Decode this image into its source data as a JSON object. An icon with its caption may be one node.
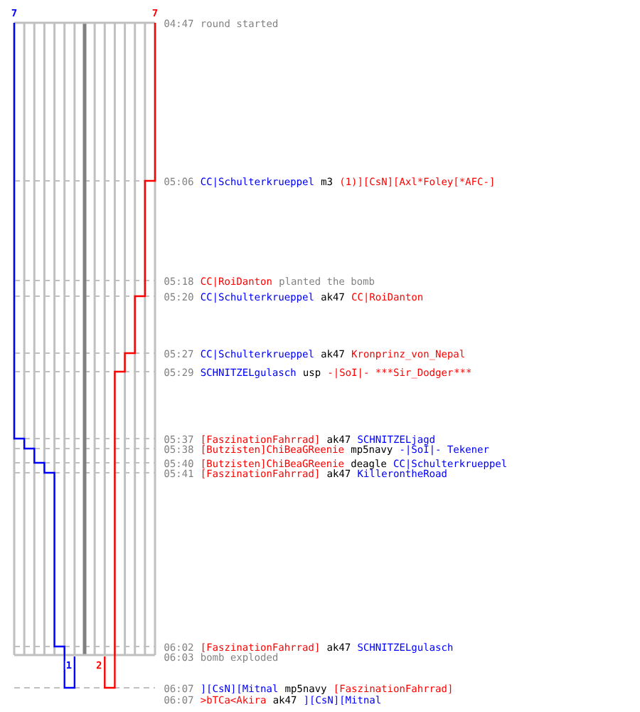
{
  "diagram": {
    "labels": [
      "7",
      "7",
      "04:47",
      "round started",
      "05:06",
      "CC|Schulterkrueppel",
      "m3",
      "(1)][CsN][Axl*Foley[*AFC-]",
      "05:18",
      "CC|RoiDanton",
      "planted the bomb",
      "05:20",
      "CC|Schulterkrueppel",
      "ak47",
      "CC|RoiDanton",
      "05:27",
      "CC|Schulterkrueppel",
      "ak47",
      "Kronprinz_von_Nepal",
      "05:29",
      "SCHNITZELgulasch",
      "usp",
      "-|SoI|- ***Sir_Dodger",
      "***",
      "05:37",
      "[FaszinationFahrrad]",
      "ak47",
      "SCHNITZELjagd",
      "05:38",
      "[Butzisten]ChiBeaGReenie",
      "mp5navy",
      "-|SoI|- Tekener",
      "05:40",
      "[Butzisten]ChiBeaGReenie",
      "deagle",
      "CC|Schulterkrueppel",
      "05:41",
      "[FaszinationFahrrad]",
      "ak47",
      "KillerontheRoad",
      "06:02",
      "[FaszinationFahrrad]",
      "ak47",
      "SCHNITZELgulasch",
      "06:03",
      "bomb exploded",
      "06:07",
      "][CsN][Mitnal",
      "mp5navy",
      "[FaszinationFahrrad]",
      "06:07",
      ">bTCa<Akira",
      "ak47",
      "][CsN][Mitnal",
      "1",
      "2"
    ]
  }
}
